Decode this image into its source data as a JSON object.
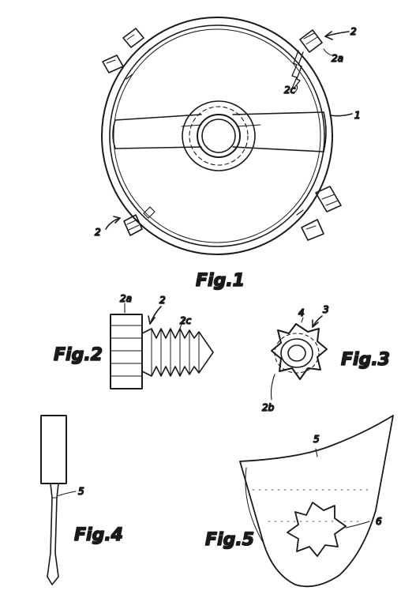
{
  "figures": {
    "fig1": {
      "caption": "Fig.1",
      "refs": {
        "ring": "1",
        "screw_top": "2",
        "screw_head_top": "2a",
        "screw_thread_top": "2c",
        "screw_bottom": "2"
      }
    },
    "fig2": {
      "caption": "Fig.2",
      "refs": {
        "screw": "2",
        "head": "2a",
        "thread": "2c"
      }
    },
    "fig3": {
      "caption": "Fig.3",
      "refs": {
        "tooth": "4",
        "gear": "3",
        "bore": "2b"
      }
    },
    "fig4": {
      "caption": "Fig.4",
      "refs": {
        "tool": "5"
      }
    },
    "fig5": {
      "caption": "Fig.5",
      "refs": {
        "tool_head": "5",
        "socket": "6"
      }
    }
  },
  "colors": {
    "ink": "#1a1a1a",
    "paper": "#ffffff"
  }
}
